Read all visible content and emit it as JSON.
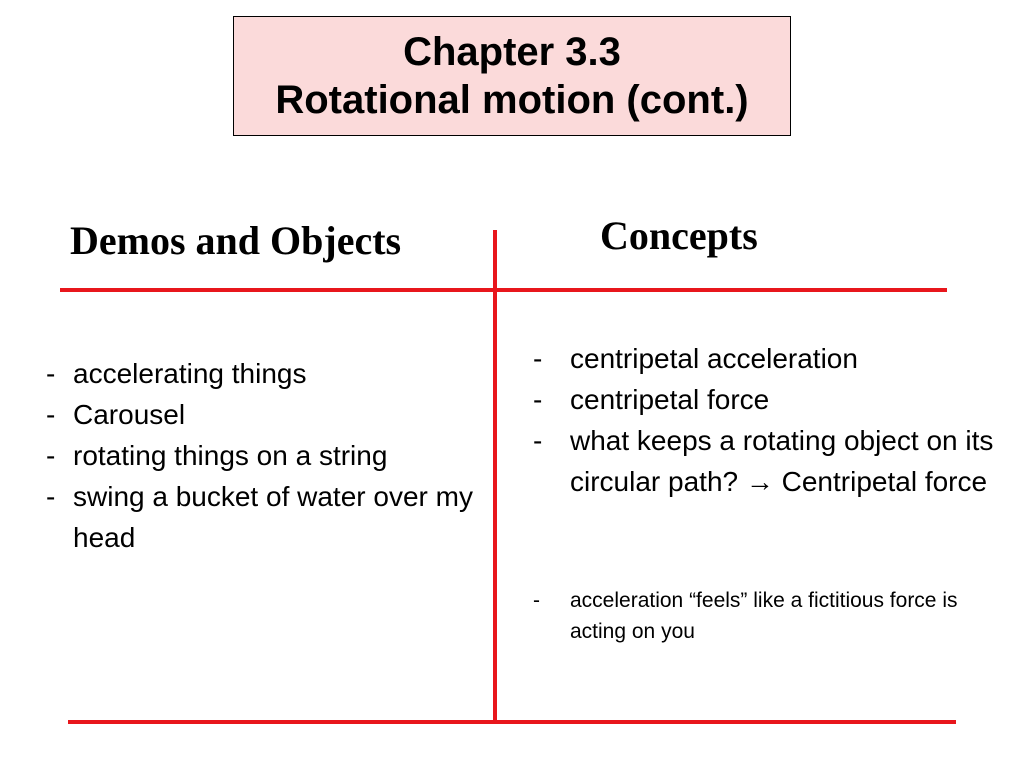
{
  "title": {
    "line1": "Chapter 3.3",
    "line2": "Rotational motion (cont.)"
  },
  "left_column": {
    "heading": "Demos and Objects",
    "items": [
      "accelerating things",
      "Carousel",
      "rotating things on a string",
      "swing a bucket of water over my head"
    ]
  },
  "right_column": {
    "heading": "Concepts",
    "items": [
      "centripetal acceleration",
      "centripetal force",
      "what keeps a rotating object on its circular path?  → Centripetal force"
    ],
    "note_items": [
      "acceleration “feels” like a  fictitious force is acting on you"
    ]
  },
  "bullet_marker": "-",
  "colors": {
    "title_background": "#fbdada",
    "divider_lines": "#e8161c"
  }
}
